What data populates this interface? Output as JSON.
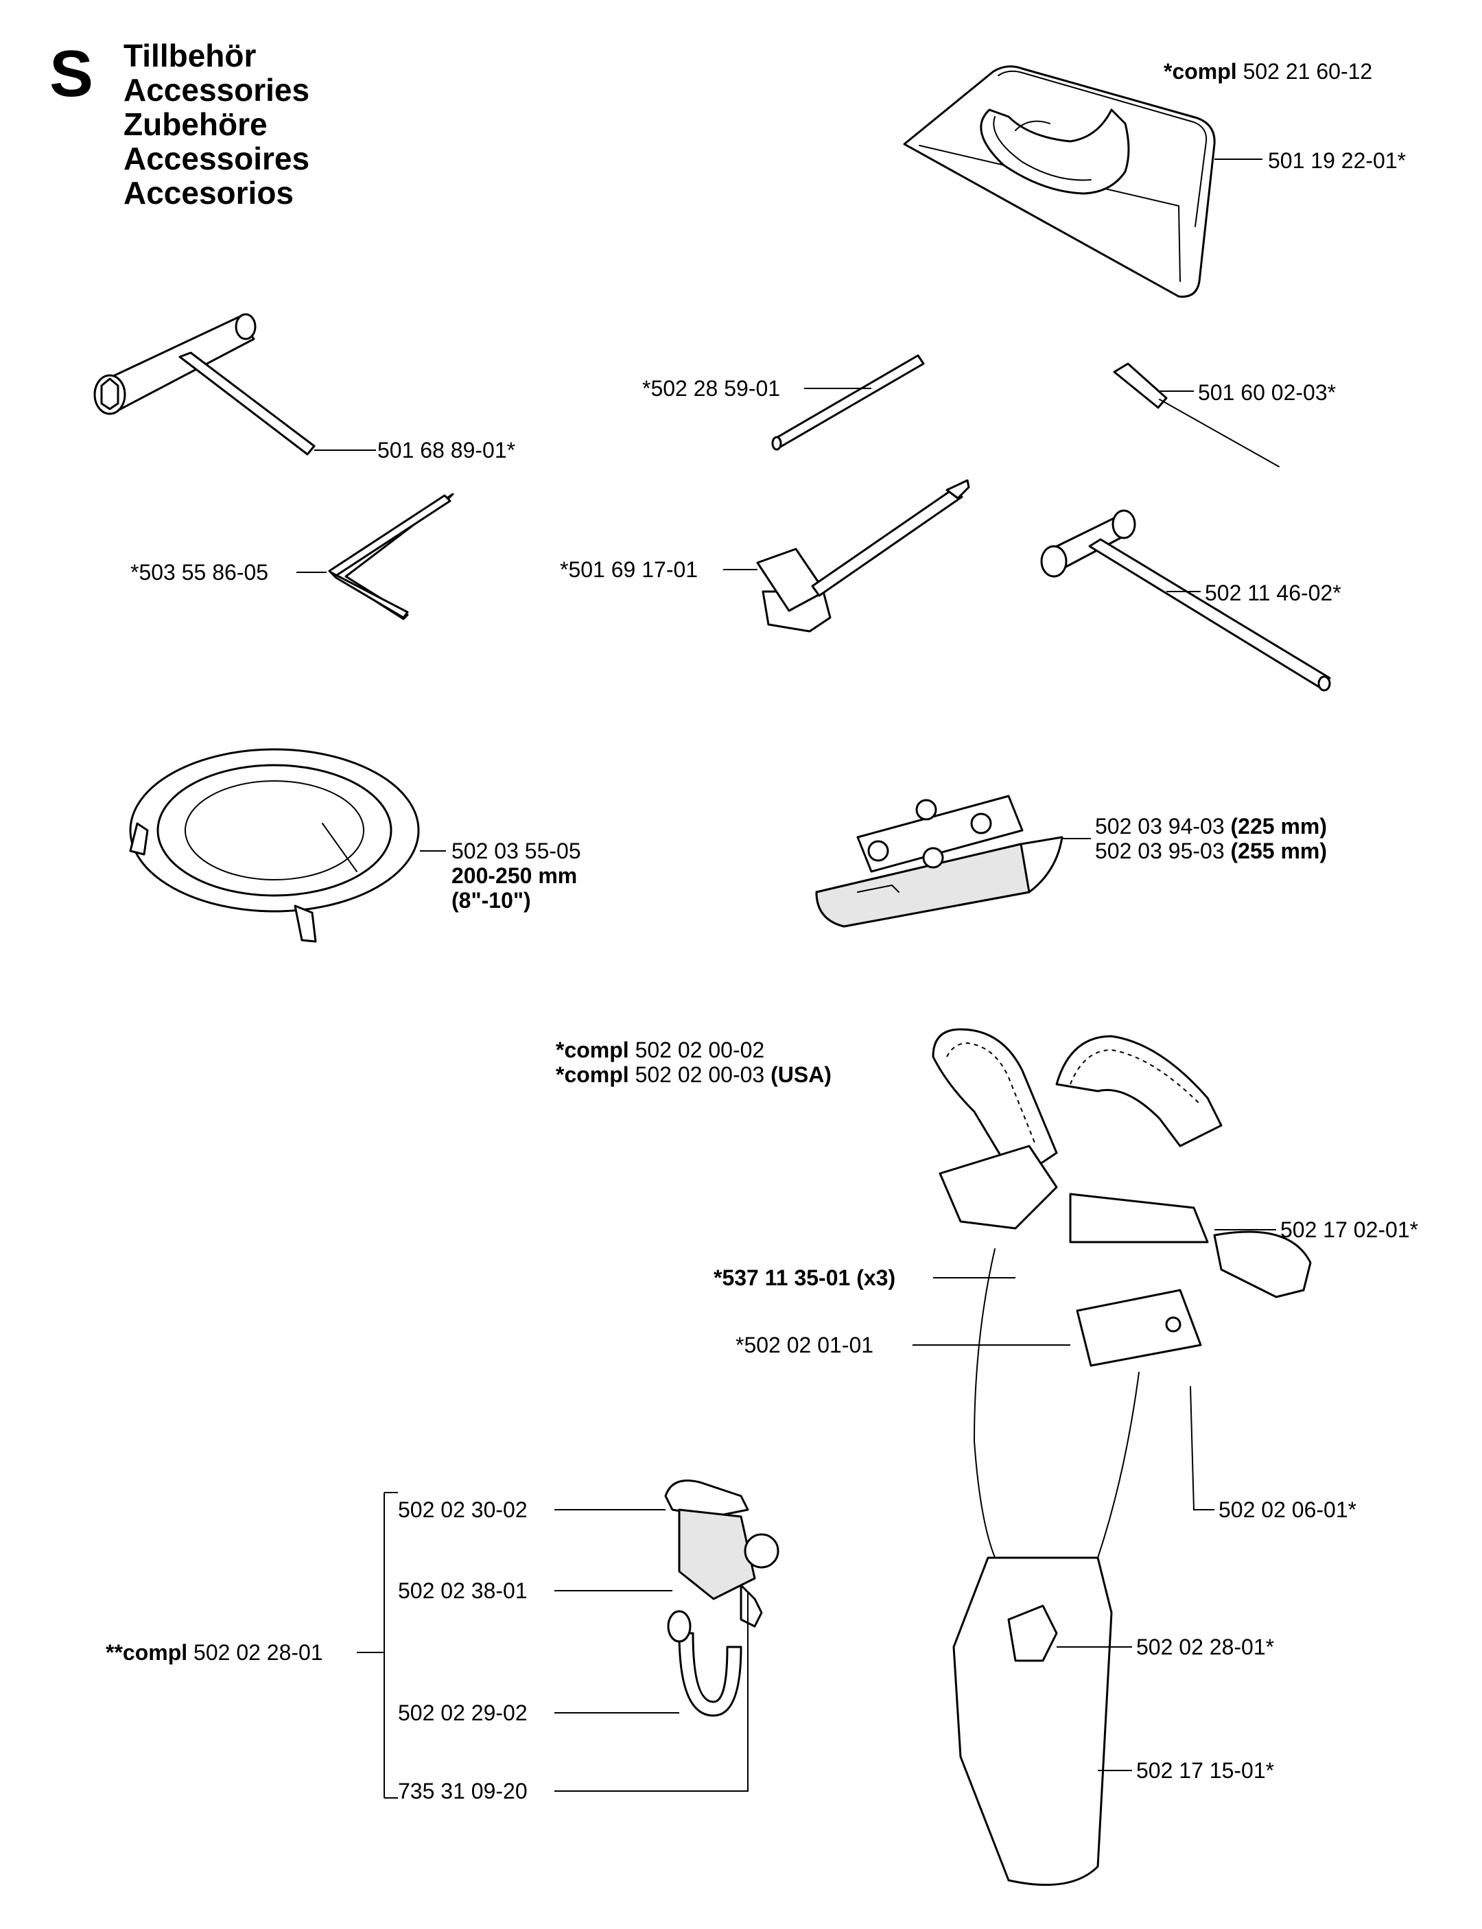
{
  "section": {
    "letter": "S",
    "titles": [
      "Tillbehör",
      "Accessories",
      "Zubehöre",
      "Accessoires",
      "Accesorios"
    ]
  },
  "labels": {
    "bag_compl_prefix": "*compl",
    "bag_compl_num": "502 21 60-12",
    "bag": "501 19 22-01*",
    "combi_wrench": "501 68 89-01*",
    "hex_key": "*503 55 86-05",
    "rod": "*502 28 59-01",
    "screwdriver": "501 60 02-03*",
    "socket_wrench": "*501 69 17-01",
    "t_wrench": "502 11 46-02*",
    "ring_guard_num": "502 03 55-05",
    "ring_guard_size": "200-250 mm",
    "ring_guard_inch": "(8\"-10\")",
    "blade_guard_225_num": "502 03 94-03",
    "blade_guard_225_size": "(225 mm)",
    "blade_guard_255_num": "502 03 95-03",
    "blade_guard_255_size": "(255 mm)",
    "harness_compl1_prefix": "*compl",
    "harness_compl1_num": "502 02 00-02",
    "harness_compl2_prefix": "*compl",
    "harness_compl2_num": "502 02 00-03",
    "harness_compl2_suffix": "(USA)",
    "buckle": "*537 11 35-01 (x3)",
    "chest_plate": "*502 02 01-01",
    "strap_slide": "502 17 02-01*",
    "hook": "502 02 06-01*",
    "hip_pad_hook": "502 02 28-01*",
    "hip_pad": "502 17 15-01*",
    "hook_part1": "502 02 30-02",
    "hook_part2": "502 02 38-01",
    "hook_compl_prefix": "**compl",
    "hook_compl_num": "502 02 28-01",
    "hook_part3": "502 02 29-02",
    "hook_part4": "735 31 09-20"
  }
}
